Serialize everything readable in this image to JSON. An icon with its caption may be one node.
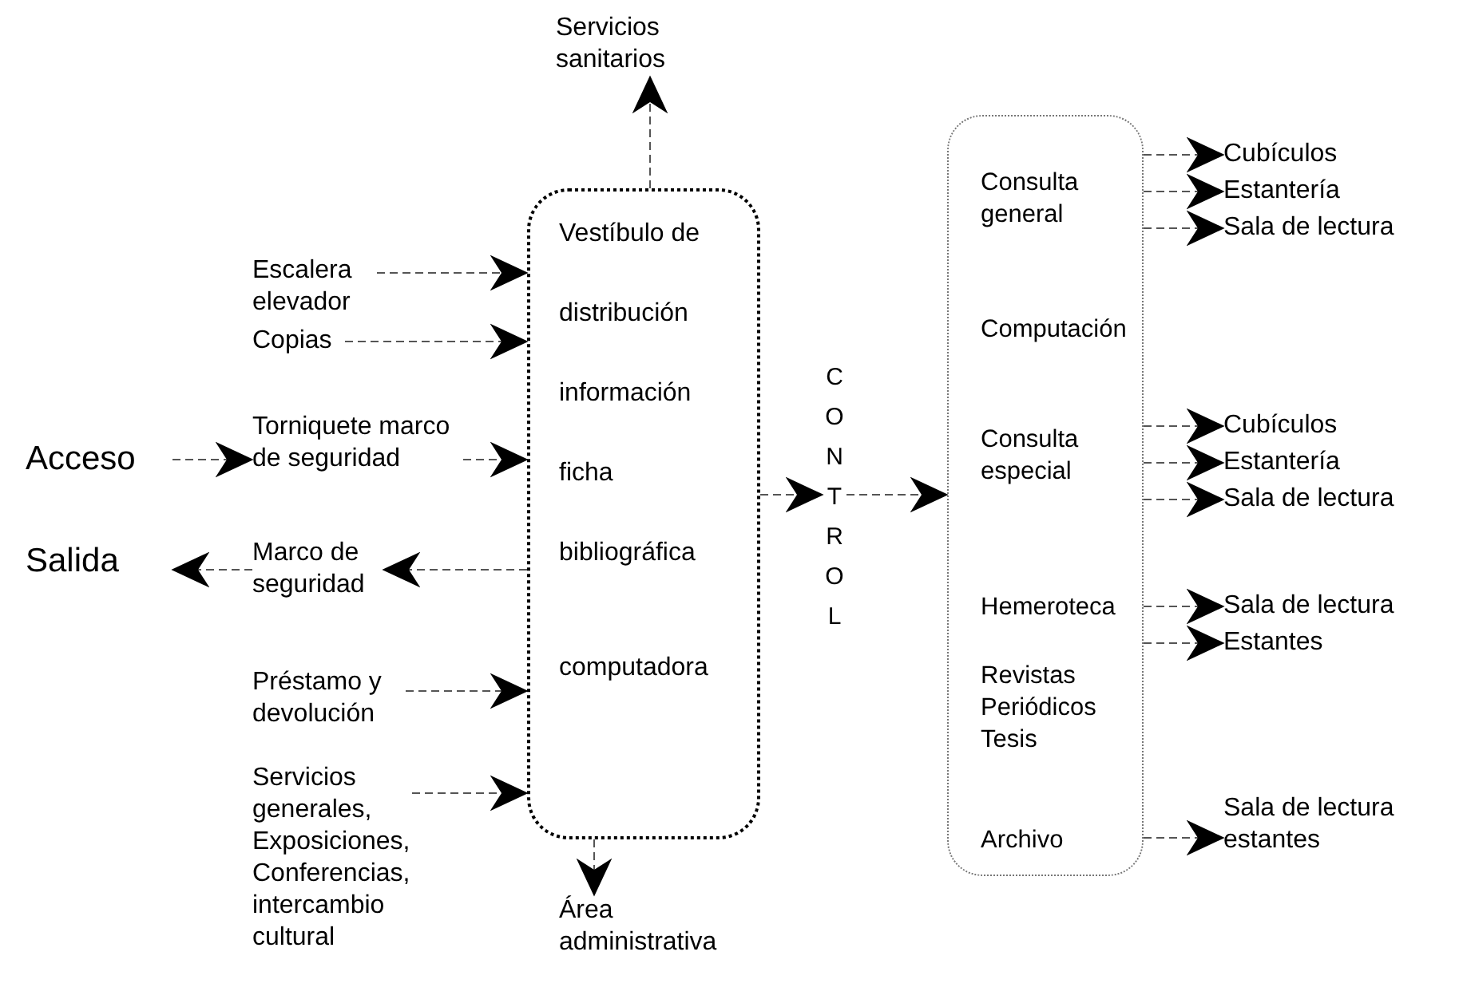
{
  "diagram": {
    "nodes": [
      {
        "text": [
          "Servicios sanitarios"
        ]
      },
      {
        "text": [
          "Vestíbulo de distribución",
          "información",
          "ficha bibliográfica",
          "computadora"
        ]
      },
      {
        "text": [
          "Escalera elevador"
        ]
      },
      {
        "text": [
          "Copias"
        ]
      },
      {
        "text": [
          "Torniquete marco de seguridad"
        ]
      },
      {
        "text": [
          "Acceso"
        ]
      },
      {
        "text": [
          "Salida"
        ]
      },
      {
        "text": [
          "Marco de seguridad"
        ]
      },
      {
        "text": [
          "Préstamo y devolución"
        ]
      },
      {
        "text": [
          "Servicios generales, Exposiciones, Conferencias, intercambio cultural"
        ]
      },
      {
        "text": [
          "Área administrativa"
        ]
      },
      {
        "text": [
          "CONTROL"
        ]
      },
      {
        "text": [],
        "shape": "box"
      },
      {
        "text": [
          "Consulta general"
        ],
        "in": 12
      },
      {
        "text": [
          "Computación"
        ],
        "in": 12
      },
      {
        "text": [
          "Consulta especial"
        ],
        "in": 12
      },
      {
        "text": [
          "Hemeroteca"
        ],
        "in": 12
      },
      {
        "text": [
          "Revistas Periódicos Tesis"
        ],
        "in": 12
      },
      {
        "text": [
          "Archivo"
        ],
        "in": 12
      },
      {
        "text": [
          "Cubículos"
        ]
      },
      {
        "text": [
          "Estantería"
        ]
      },
      {
        "text": [
          "Sala de lectura"
        ]
      },
      {
        "text": [
          "Cubículos"
        ]
      },
      {
        "text": [
          "Estantería"
        ]
      },
      {
        "text": [
          "Sala de lectura"
        ]
      },
      {
        "text": [
          "Sala de lectura"
        ]
      },
      {
        "text": [
          "Estantes"
        ]
      },
      {
        "text": [
          "Sala de lectura estantes"
        ]
      }
    ],
    "edges": [
      {
        "from": 1,
        "to": 0,
        "arrow": "to"
      },
      {
        "from": 2,
        "to": 1,
        "arrow": "to"
      },
      {
        "from": 3,
        "to": 1,
        "arrow": "to"
      },
      {
        "from": 4,
        "to": 1,
        "arrow": "to"
      },
      {
        "from": 5,
        "to": 4,
        "arrow": "to"
      },
      {
        "from": 1,
        "to": 7,
        "arrow": "to"
      },
      {
        "from": 7,
        "to": 6,
        "arrow": "to"
      },
      {
        "from": 8,
        "to": 1,
        "arrow": "to"
      },
      {
        "from": 9,
        "to": 1,
        "arrow": "to"
      },
      {
        "from": 1,
        "to": 10,
        "arrow": "to"
      },
      {
        "from": 1,
        "to": 11,
        "arrow": "to"
      },
      {
        "from": 11,
        "to": 12,
        "arrow": "to"
      },
      {
        "from": 13,
        "to": 19,
        "arrow": "to"
      },
      {
        "from": 13,
        "to": 20,
        "arrow": "to"
      },
      {
        "from": 13,
        "to": 21,
        "arrow": "to"
      },
      {
        "from": 15,
        "to": 22,
        "arrow": "to"
      },
      {
        "from": 15,
        "to": 23,
        "arrow": "to"
      },
      {
        "from": 15,
        "to": 24,
        "arrow": "to"
      },
      {
        "from": 16,
        "to": 25,
        "arrow": "to"
      },
      {
        "from": 16,
        "to": 26,
        "arrow": "to"
      },
      {
        "from": 18,
        "to": 27,
        "arrow": "to"
      }
    ]
  }
}
